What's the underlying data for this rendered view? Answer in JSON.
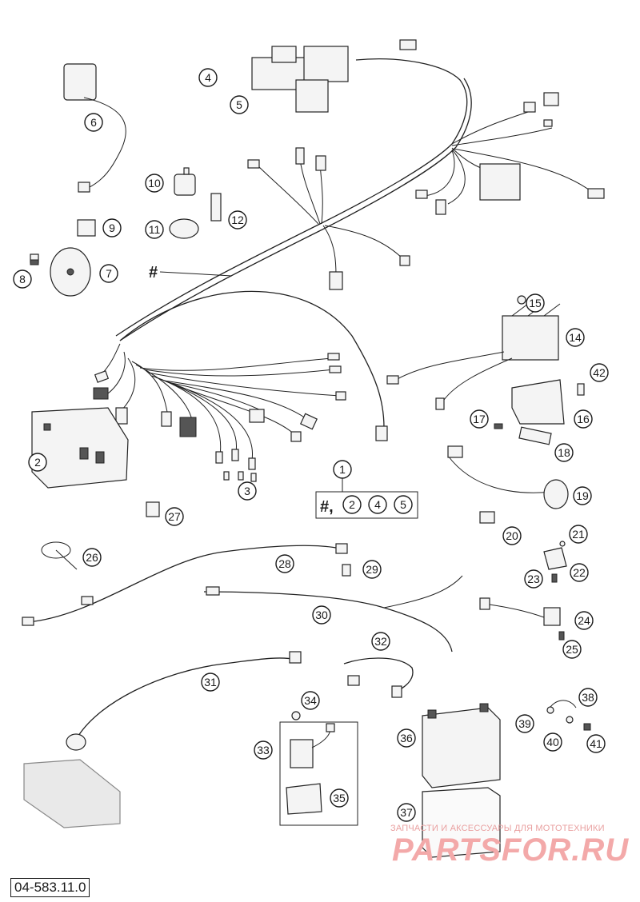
{
  "diagram": {
    "drawing_code": "04-583.11.0",
    "watermark": {
      "tagline": "ЗАПЧАСТИ И АКСЕССУАРЫ ДЛЯ МОТОТЕХНИКИ",
      "brand": "PARTSFOR.RU"
    },
    "hash_symbol": "#",
    "kit": {
      "number": "1",
      "contents": [
        "#,",
        "2",
        "4",
        "5"
      ]
    },
    "callouts": [
      "2",
      "3",
      "4",
      "5",
      "6",
      "7",
      "8",
      "9",
      "10",
      "11",
      "12",
      "14",
      "15",
      "16",
      "17",
      "18",
      "19",
      "20",
      "21",
      "22",
      "23",
      "24",
      "25",
      "26",
      "27",
      "28",
      "29",
      "30",
      "31",
      "32",
      "33",
      "34",
      "35",
      "36",
      "37",
      "38",
      "39",
      "40",
      "41",
      "42"
    ]
  }
}
